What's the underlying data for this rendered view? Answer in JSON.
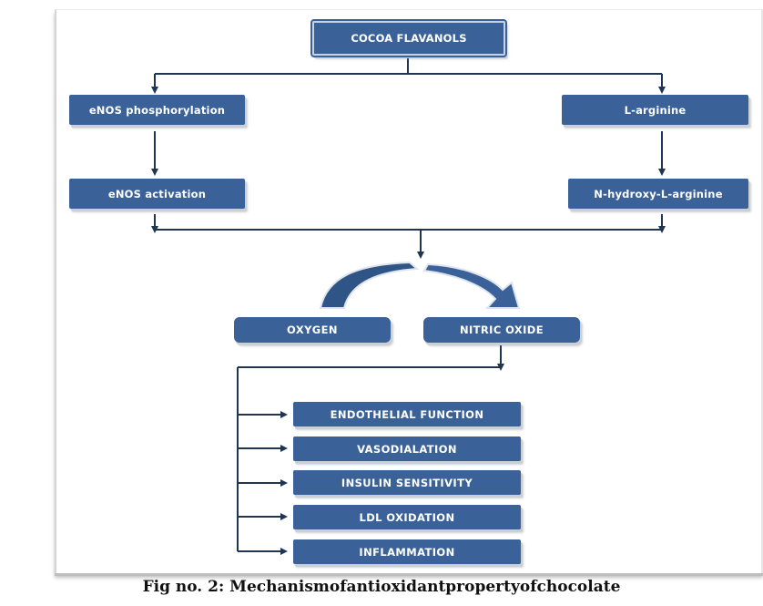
{
  "diagram": {
    "title_box": "COCOA FLAVANOLS",
    "left_branch": [
      "eNOS phosphorylation",
      "eNOS activation"
    ],
    "right_branch": [
      "L-arginine",
      "N-hydroxy-L-arginine"
    ],
    "conversion": {
      "from": "OXYGEN",
      "to": "NITRIC OXIDE"
    },
    "effects": [
      "ENDOTHELIAL FUNCTION",
      "VASODIALATION",
      "INSULIN SENSITIVITY",
      "LDL OXIDATION",
      "INFLAMMATION"
    ],
    "colors": {
      "box_fill": "#3a6298",
      "line": "#1f3552",
      "text": "#ffffff"
    }
  },
  "caption": "Fig no. 2: Mechanismofantioxidantpropertyofchocolate"
}
